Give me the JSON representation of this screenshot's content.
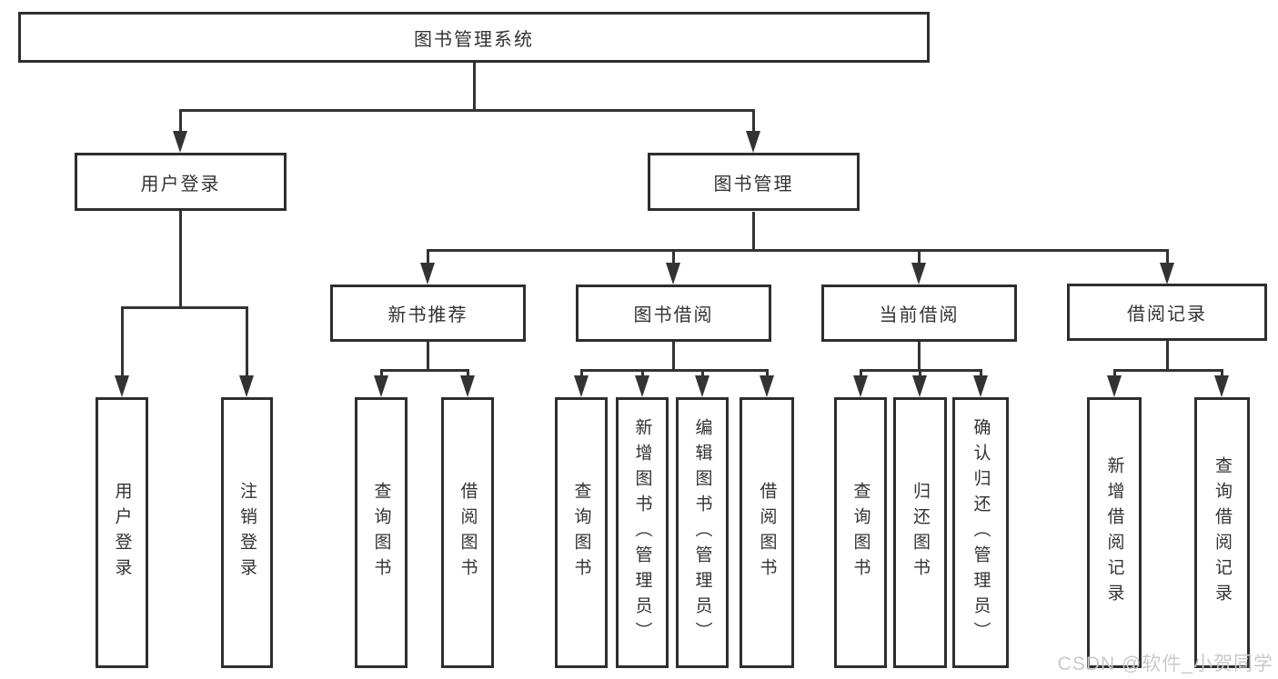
{
  "root": {
    "label": "图书管理系统"
  },
  "level2": [
    {
      "label": "用户登录"
    },
    {
      "label": "图书管理"
    }
  ],
  "level3": [
    {
      "label": "新书推荐"
    },
    {
      "label": "图书借阅"
    },
    {
      "label": "当前借阅"
    },
    {
      "label": "借阅记录"
    }
  ],
  "leaves": {
    "user_login": [
      {
        "label": "用户登录"
      },
      {
        "label": "注销登录"
      }
    ],
    "new_book": [
      {
        "label": "查询图书"
      },
      {
        "label": "借阅图书"
      }
    ],
    "book_borrow": [
      {
        "label": "查询图书"
      },
      {
        "label": "新增图书（管理员）"
      },
      {
        "label": "编辑图书（管理员）"
      },
      {
        "label": "借阅图书"
      }
    ],
    "current_borrow": [
      {
        "label": "查询图书"
      },
      {
        "label": "归还图书"
      },
      {
        "label": "确认归还（管理员）"
      }
    ],
    "borrow_record": [
      {
        "label": "新增借阅记录"
      },
      {
        "label": "查询借阅记录"
      }
    ]
  },
  "watermark": "CSDN @软件_小贺同学",
  "colors": {
    "line": "#333333",
    "box_border": "#2e2e2e",
    "text": "#333333",
    "watermark": "#c9c9c9",
    "background": "#ffffff"
  }
}
